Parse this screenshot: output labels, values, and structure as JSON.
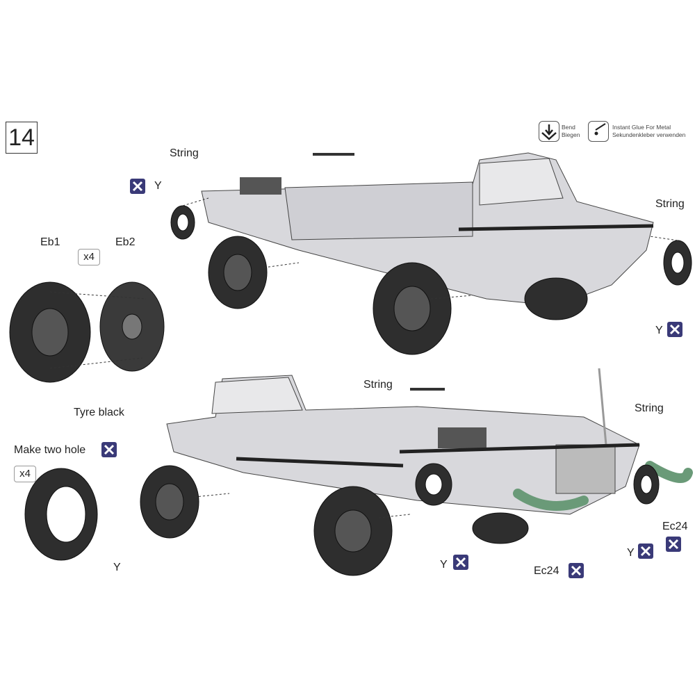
{
  "step_number": "14",
  "legend": [
    {
      "icon": "bend-icon",
      "line1": "Bend",
      "line2": "Biegen"
    },
    {
      "icon": "glue-icon",
      "line1": "Instant Glue For Metal",
      "line2": "Sekundenkleber verwenden"
    }
  ],
  "labels": {
    "string": "String",
    "eb1": "Eb1",
    "eb2": "Eb2",
    "x4": "x4",
    "tyre_black": "Tyre black",
    "make_two_hole": "Make two hole",
    "y": "Y",
    "ec24": "Ec24"
  },
  "colors": {
    "badge": "#3a3a78",
    "hull": "#d8d8dc",
    "tyre": "#2e2e2e",
    "rope": "#6a9a78"
  }
}
